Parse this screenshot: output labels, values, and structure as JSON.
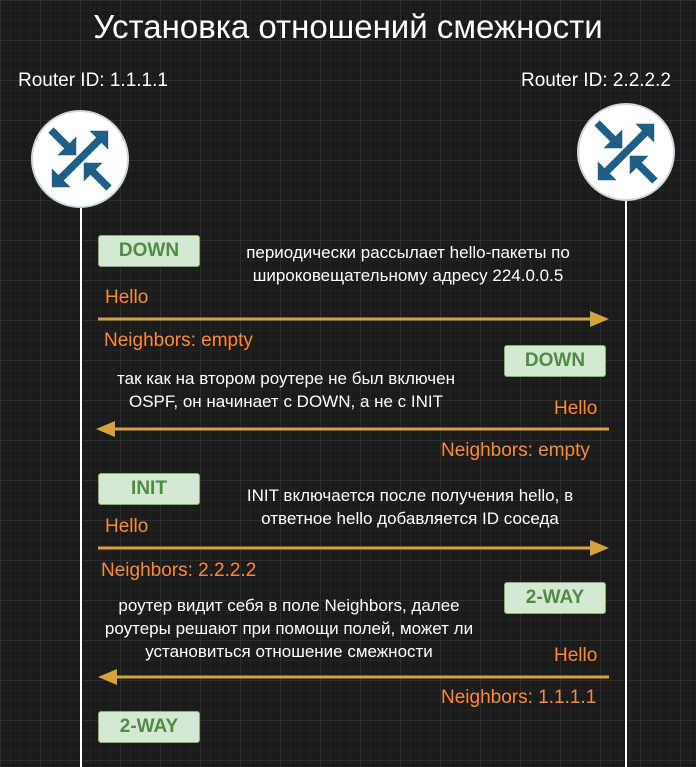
{
  "title": "Установка отношений смежности",
  "routers": [
    {
      "id_label": "Router ID: 1.1.1.1",
      "icon": "router-icon"
    },
    {
      "id_label": "Router ID: 2.2.2.2",
      "icon": "router-icon"
    }
  ],
  "colors": {
    "state_fill": "#d5e8d4",
    "state_text": "#4e8b43",
    "arrow": "#d6a23c",
    "label_orange": "#ff8a33",
    "icon_blue": "#1f5f86"
  },
  "steps": [
    {
      "state": "DOWN",
      "note_lines": [
        "периодически рассылает hello-пакеты по",
        "широковещательному адресу 224.0.0.5"
      ],
      "message": "Hello",
      "neighbors": "Neighbors: empty",
      "direction": "right"
    },
    {
      "state": "DOWN",
      "note_lines": [
        "так как на втором роутере не был включен",
        "OSPF, он начинает с DOWN, а не с INIT"
      ],
      "message": "Hello",
      "neighbors": "Neighbors: empty",
      "direction": "left"
    },
    {
      "state": "INIT",
      "note_lines": [
        "INIT включается после получения hello, в",
        "ответное hello добавляется ID соседа"
      ],
      "message": "Hello",
      "neighbors": "Neighbors: 2.2.2.2",
      "direction": "right"
    },
    {
      "state": "2-WAY",
      "note_lines": [
        "роутер видит себя в поле Neighbors, далее",
        "роутеры решают при помощи полей, может ли",
        "установиться отношение смежности"
      ],
      "message": "Hello",
      "neighbors": "Neighbors: 1.1.1.1",
      "direction": "left"
    }
  ],
  "final_state": "2-WAY"
}
